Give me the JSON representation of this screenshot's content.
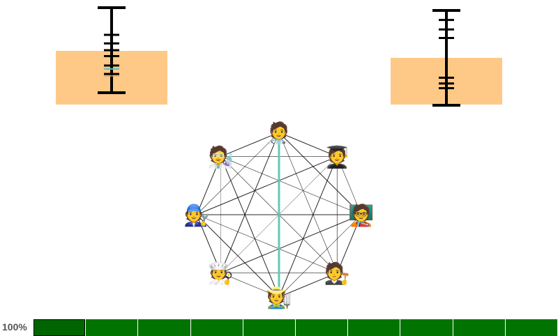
{
  "colors": {
    "panel": "#fec986",
    "ruler": "#000000",
    "ruler_marker": "#5cc0b3",
    "ruler_marker_alt": "#e0a060",
    "node_edge": "#000000",
    "highlight_edge": "#64c8b4",
    "progress_fill": "#007300"
  },
  "panels": [
    {
      "name": "left-gauge",
      "ticks": [
        0.32,
        0.42,
        0.5,
        0.57,
        0.68,
        0.78
      ]
    },
    {
      "name": "right-gauge",
      "ticks": [
        0.1,
        0.2,
        0.29,
        0.71,
        0.77,
        0.82
      ]
    }
  ],
  "graph": {
    "nodes": [
      {
        "id": "health-worker",
        "emoji": "🧑‍⚕️"
      },
      {
        "id": "graduate",
        "emoji": "🧑‍🎓"
      },
      {
        "id": "teacher",
        "emoji": "🧑‍🏫"
      },
      {
        "id": "judge",
        "emoji": "🧑‍⚖️"
      },
      {
        "id": "farmer",
        "emoji": "🧑‍🌾"
      },
      {
        "id": "cook",
        "emoji": "🧑‍🍳"
      },
      {
        "id": "mechanic",
        "emoji": "🧑‍🔧"
      },
      {
        "id": "scientist",
        "emoji": "🧑‍🔬"
      }
    ],
    "highlight": [
      "health-worker",
      "farmer"
    ]
  },
  "progress": {
    "label": "100%",
    "value": 1.0,
    "segments": 10
  }
}
